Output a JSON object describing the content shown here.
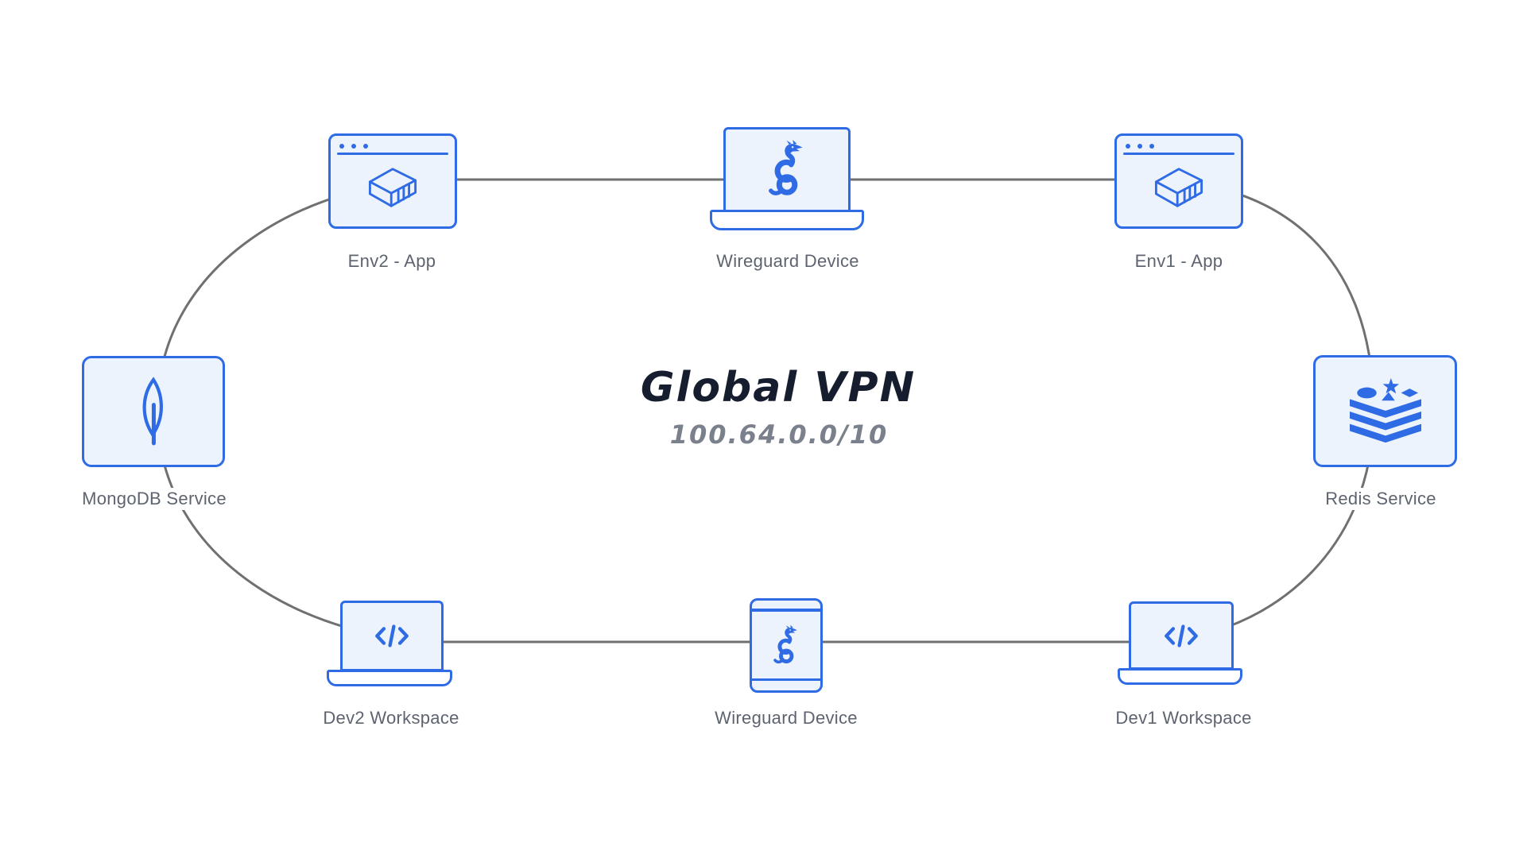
{
  "diagram": {
    "title": "Global VPN",
    "subtitle": "100.64.0.0/10",
    "nodes": [
      {
        "id": "env2",
        "label": "Env2 - App",
        "icon": "package-window-icon"
      },
      {
        "id": "wireguard-top",
        "label": "Wireguard Device",
        "icon": "wireguard-laptop-icon"
      },
      {
        "id": "env1",
        "label": "Env1 - App",
        "icon": "package-window-icon"
      },
      {
        "id": "mongodb",
        "label": "MongoDB Service",
        "icon": "mongodb-leaf-icon"
      },
      {
        "id": "redis",
        "label": "Redis Service",
        "icon": "redis-stack-icon"
      },
      {
        "id": "dev2",
        "label": "Dev2 Workspace",
        "icon": "code-laptop-icon"
      },
      {
        "id": "wireguard-bottom",
        "label": "Wireguard Device",
        "icon": "wireguard-phone-icon"
      },
      {
        "id": "dev1",
        "label": "Dev1 Workspace",
        "icon": "code-laptop-icon"
      }
    ],
    "connections": [
      [
        "env2",
        "wireguard-top"
      ],
      [
        "wireguard-top",
        "env1"
      ],
      [
        "env1",
        "redis"
      ],
      [
        "redis",
        "dev1"
      ],
      [
        "dev1",
        "wireguard-bottom"
      ],
      [
        "wireguard-bottom",
        "dev2"
      ],
      [
        "dev2",
        "mongodb"
      ],
      [
        "mongodb",
        "env2"
      ]
    ],
    "colors": {
      "accent_blue": "#2e6be5",
      "node_fill": "#edf3fc",
      "connector_gray": "#6e7072",
      "label_gray": "#5d6470",
      "title_navy": "#161d2e",
      "subtitle_gray": "#7b818c",
      "background": "#ffffff"
    }
  }
}
